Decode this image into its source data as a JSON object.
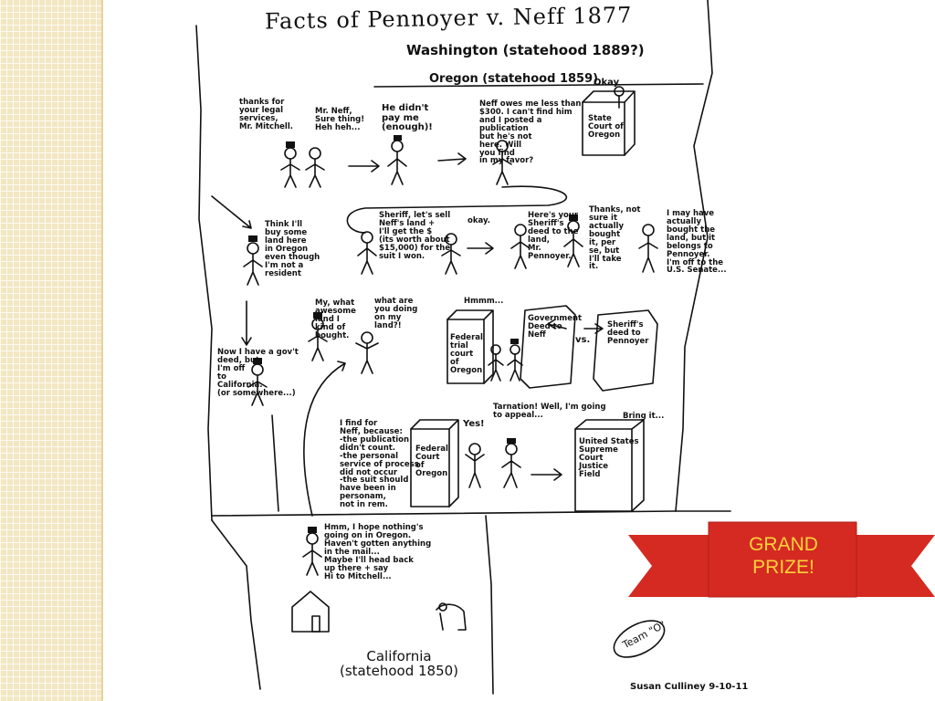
{
  "slide": {
    "title": "Facts of Pennoyer v. Neff 1877",
    "states": {
      "washington": "Washington (statehood 1889?)",
      "oregon": "Oregon (statehood 1859)",
      "california": "California\n(statehood 1850)"
    },
    "captions": {
      "c1": "thanks for\nyour legal\nservices,\nMr. Mitchell.",
      "c2": "Mr. Neff,\nSure thing!\nHeh heh...",
      "c3": "He didn't\npay me\n(enough)!",
      "c4": "Neff owes me less than\n$300. I can't find him\nand I posted a\npublication\nbut he's not\nhere. Will\nyou find\nin my favor?",
      "c5": "Okay",
      "court_state": "State\nCourt of\nOregon",
      "c6": "Think I'll\nbuy some\nland here\nin Oregon\neven though\nI'm not a\nresident",
      "c7": "Sheriff, let's sell\nNeff's land +\nI'll get the $\n(its worth about\n$15,000) for the\nsuit I won.",
      "c8": "okay.",
      "c9": "Here's your\nSheriff's\ndeed to the\nland,\nMr.\nPennoyer.",
      "c10": "Thanks, not\nsure it\nactually\nbought\nit, per\nse, but\nI'll take\nit.",
      "c11": "I may have\nactually\nbought the\nland, but it\nbelongs to\nPennoyer.\nI'm off to the\nU.S. Senate...",
      "c12": "My, what\nawesome\nland I\nkind of\nbought.",
      "c13": "what are\nyou doing\non my\nland?!",
      "c14": "Hmmm...",
      "court_fed_trial": "Federal\ntrial\ncourt\nof\nOregon",
      "deed_gov": "Government\nDeed to\nNeff",
      "vs": "vs.",
      "deed_sheriff": "Sheriff's\ndeed to\nPennoyer",
      "c15": "Now I have a gov't\ndeed, but\nI'm off\nto\nCalifornia.\n(or somewhere...)",
      "c16": "I find for\nNeff, because:\n-the publication\ndidn't count.\n-the personal\nservice of process\ndid not occur\n-the suit should\nhave been in\npersonam,\nnot in rem.",
      "court_fed": "Federal\nCourt\nof\nOregon",
      "c17": "Yes!",
      "c18": "Tarnation! Well, I'm going\nto appeal...",
      "c19": "Bring it...",
      "court_supreme": "United States\nSupreme\nCourt\nJustice\nField",
      "c20": "Hmm, I hope nothing's\ngoing on in Oregon.\nHaven't gotten anything\nin the mail...\nMaybe I'll head back\nup there + say\nHi to Mitchell..."
    },
    "team": "Team \"O\"",
    "signature": "Susan Culliney 9-10-11",
    "banner_text": "GRAND\nPRIZE!",
    "colors": {
      "sidebar": "#f3e7c3",
      "banner": "#d42a22",
      "banner_dark": "#9e1a14",
      "banner_text": "#ffd23a",
      "ink": "#111111"
    }
  }
}
